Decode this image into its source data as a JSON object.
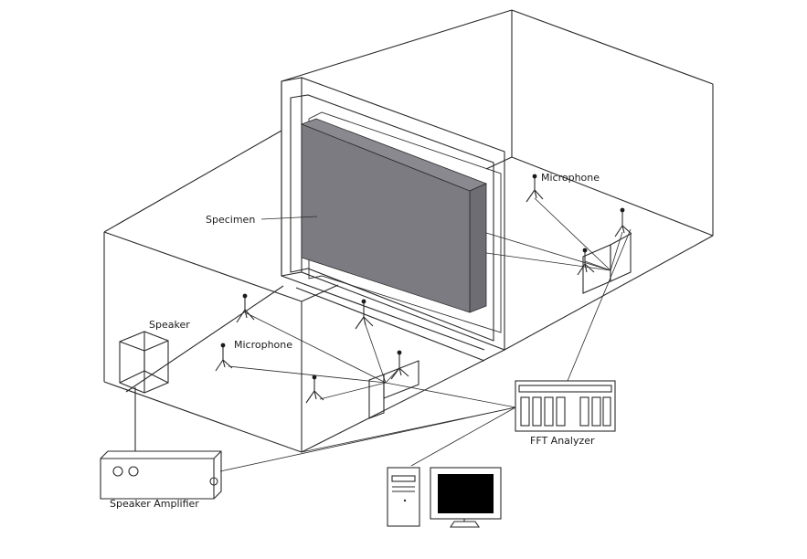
{
  "labels": {
    "specimen": "Specimen",
    "microphone_source": "Microphone",
    "microphone_receiving": "Microphone",
    "speaker": "Speaker",
    "fft_analyzer": "FFT Analyzer",
    "speaker_amplifier": "Speaker Amplifier"
  },
  "colors": {
    "line": "#2a2a2a",
    "specimen_fill": "#7c7b82",
    "specimen_side": "#6e6d74",
    "monitor_screen": "#000000"
  }
}
